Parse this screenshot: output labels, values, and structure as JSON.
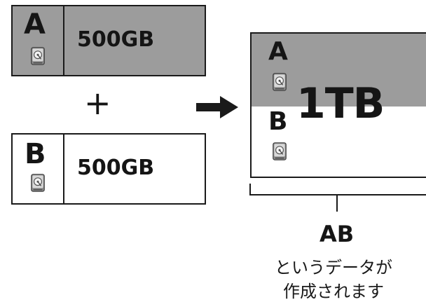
{
  "drive_a": {
    "letter": "A",
    "capacity": "500GB",
    "icon": "hard-drive-icon"
  },
  "drive_b": {
    "letter": "B",
    "capacity": "500GB",
    "icon": "hard-drive-icon"
  },
  "operator": "+",
  "arrow_icon": "right-arrow-icon",
  "combined": {
    "letter_a": "A",
    "letter_b": "B",
    "capacity": "1TB"
  },
  "caption": {
    "label": "AB",
    "line1": "というデータが",
    "line2": "作成されます"
  },
  "colors": {
    "shade": "#9c9c9c",
    "border": "#1a1a1a",
    "white": "#ffffff"
  }
}
